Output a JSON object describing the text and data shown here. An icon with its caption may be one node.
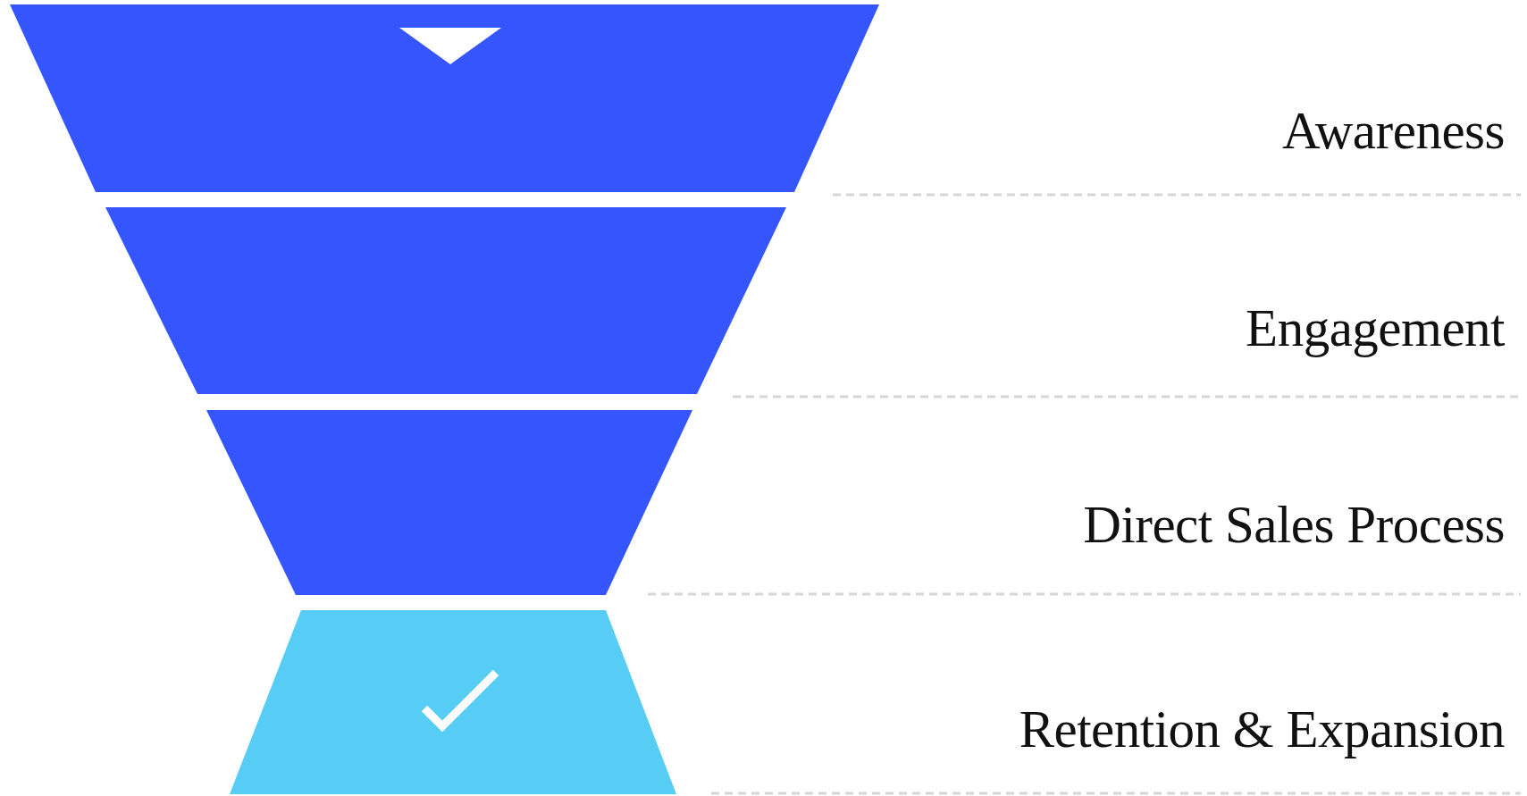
{
  "diagram": {
    "labels": [
      "Awareness",
      "Engagement",
      "Direct Sales Process",
      "Retention & Expansion"
    ]
  }
}
